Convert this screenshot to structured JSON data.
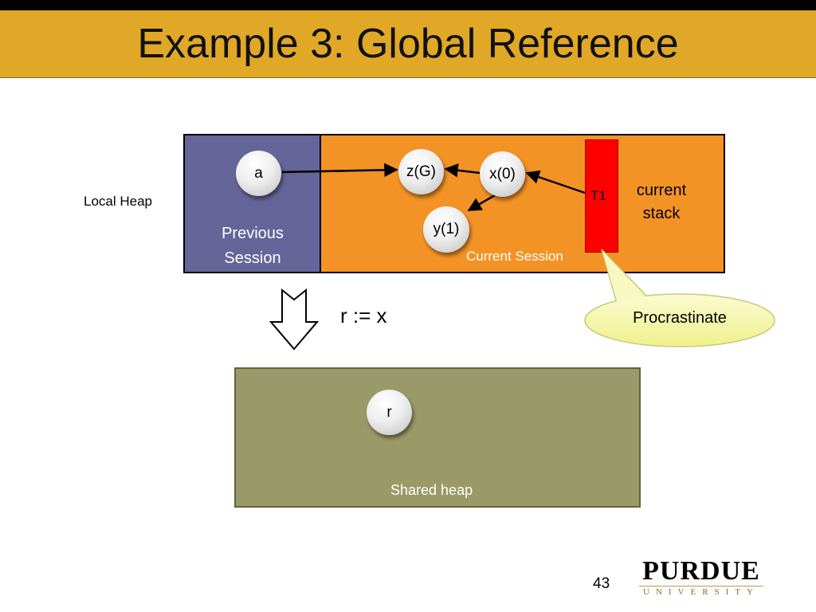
{
  "slide": {
    "title": "Example 3: Global Reference",
    "page_number": "43"
  },
  "local_heap": {
    "label": "Local Heap"
  },
  "previous_session": {
    "label_line1": "Previous",
    "label_line2": "Session",
    "color": "#65659a"
  },
  "current_session": {
    "label": "Current Session",
    "color": "#f39325"
  },
  "thread": {
    "label": "T1",
    "color": "#ff0000"
  },
  "current_stack": {
    "label_line1": "current",
    "label_line2": "stack"
  },
  "nodes": {
    "a": "a",
    "z": "z(G)",
    "x": "x(0)",
    "y": "y(1)",
    "r": "r"
  },
  "assignment": "r := x",
  "callout": {
    "label": "Procrastinate",
    "color": "#f7f7a6"
  },
  "shared_heap": {
    "label": "Shared heap",
    "color": "#9a9a68"
  },
  "logo": {
    "name": "PURDUE",
    "sub": "UNIVERSITY"
  },
  "colors": {
    "title_bar": "#e0a826",
    "top_strip": "#000000"
  }
}
